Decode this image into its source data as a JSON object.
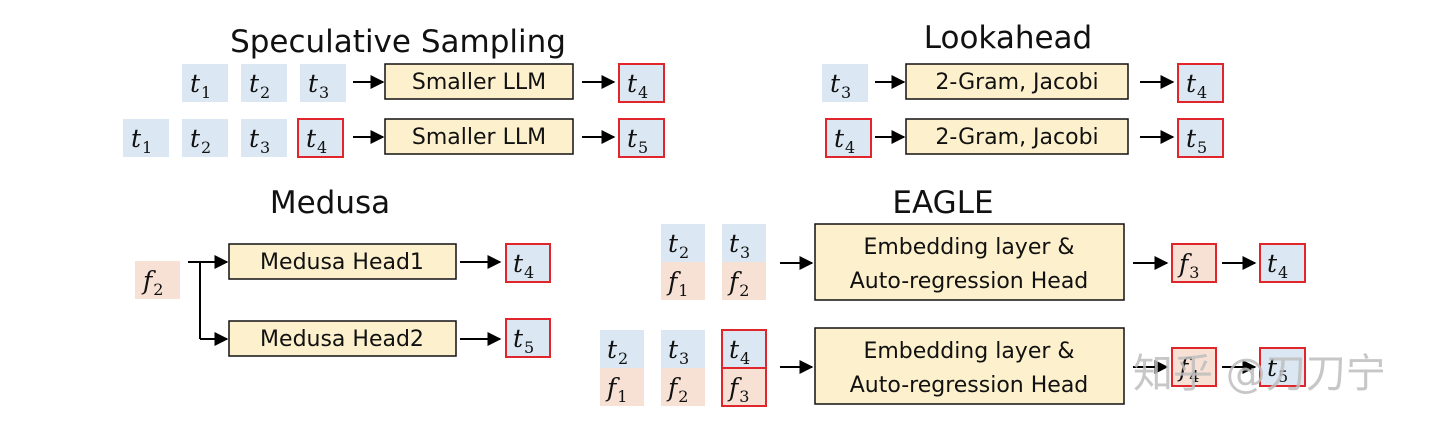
{
  "colors": {
    "token_t": "#dbe7f2",
    "token_f": "#f7e1d5",
    "module_fill": "#fdf0cc",
    "module_stroke": "#111111",
    "new_token_stroke": "#e0262a",
    "arrow": "#000000",
    "watermark": "#bdbdbd"
  },
  "sections": {
    "speculative": {
      "title": "Speculative Sampling",
      "row1": {
        "inputs": [
          "t1",
          "t2",
          "t3"
        ],
        "module": "Smaller LLM",
        "output": "t4"
      },
      "row2": {
        "inputs": [
          "t1",
          "t2",
          "t3",
          "t4"
        ],
        "module": "Smaller LLM",
        "output": "t5"
      }
    },
    "lookahead": {
      "title": "Lookahead",
      "row1": {
        "inputs": [
          "t3"
        ],
        "module": "2-Gram, Jacobi",
        "output": "t4"
      },
      "row2": {
        "inputs": [
          "t4"
        ],
        "module": "2-Gram, Jacobi",
        "output": "t5"
      }
    },
    "medusa": {
      "title": "Medusa",
      "input": "f2",
      "head1": {
        "module": "Medusa Head1",
        "output": "t4"
      },
      "head2": {
        "module": "Medusa Head2",
        "output": "t5"
      }
    },
    "eagle": {
      "title": "EAGLE",
      "row1": {
        "inputs": [
          [
            "t2",
            "f1"
          ],
          [
            "t3",
            "f2"
          ]
        ],
        "module_line1": "Embedding layer &",
        "module_line2": "Auto-regression Head",
        "outputs": [
          "f3",
          "t4"
        ]
      },
      "row2": {
        "inputs": [
          [
            "t2",
            "f1"
          ],
          [
            "t3",
            "f2"
          ],
          [
            "t4",
            "f3"
          ]
        ],
        "module_line1": "Embedding layer &",
        "module_line2": "Auto-regression Head",
        "outputs": [
          "f4",
          "t5"
        ]
      }
    }
  },
  "watermark": "知乎 @刀刀宁"
}
